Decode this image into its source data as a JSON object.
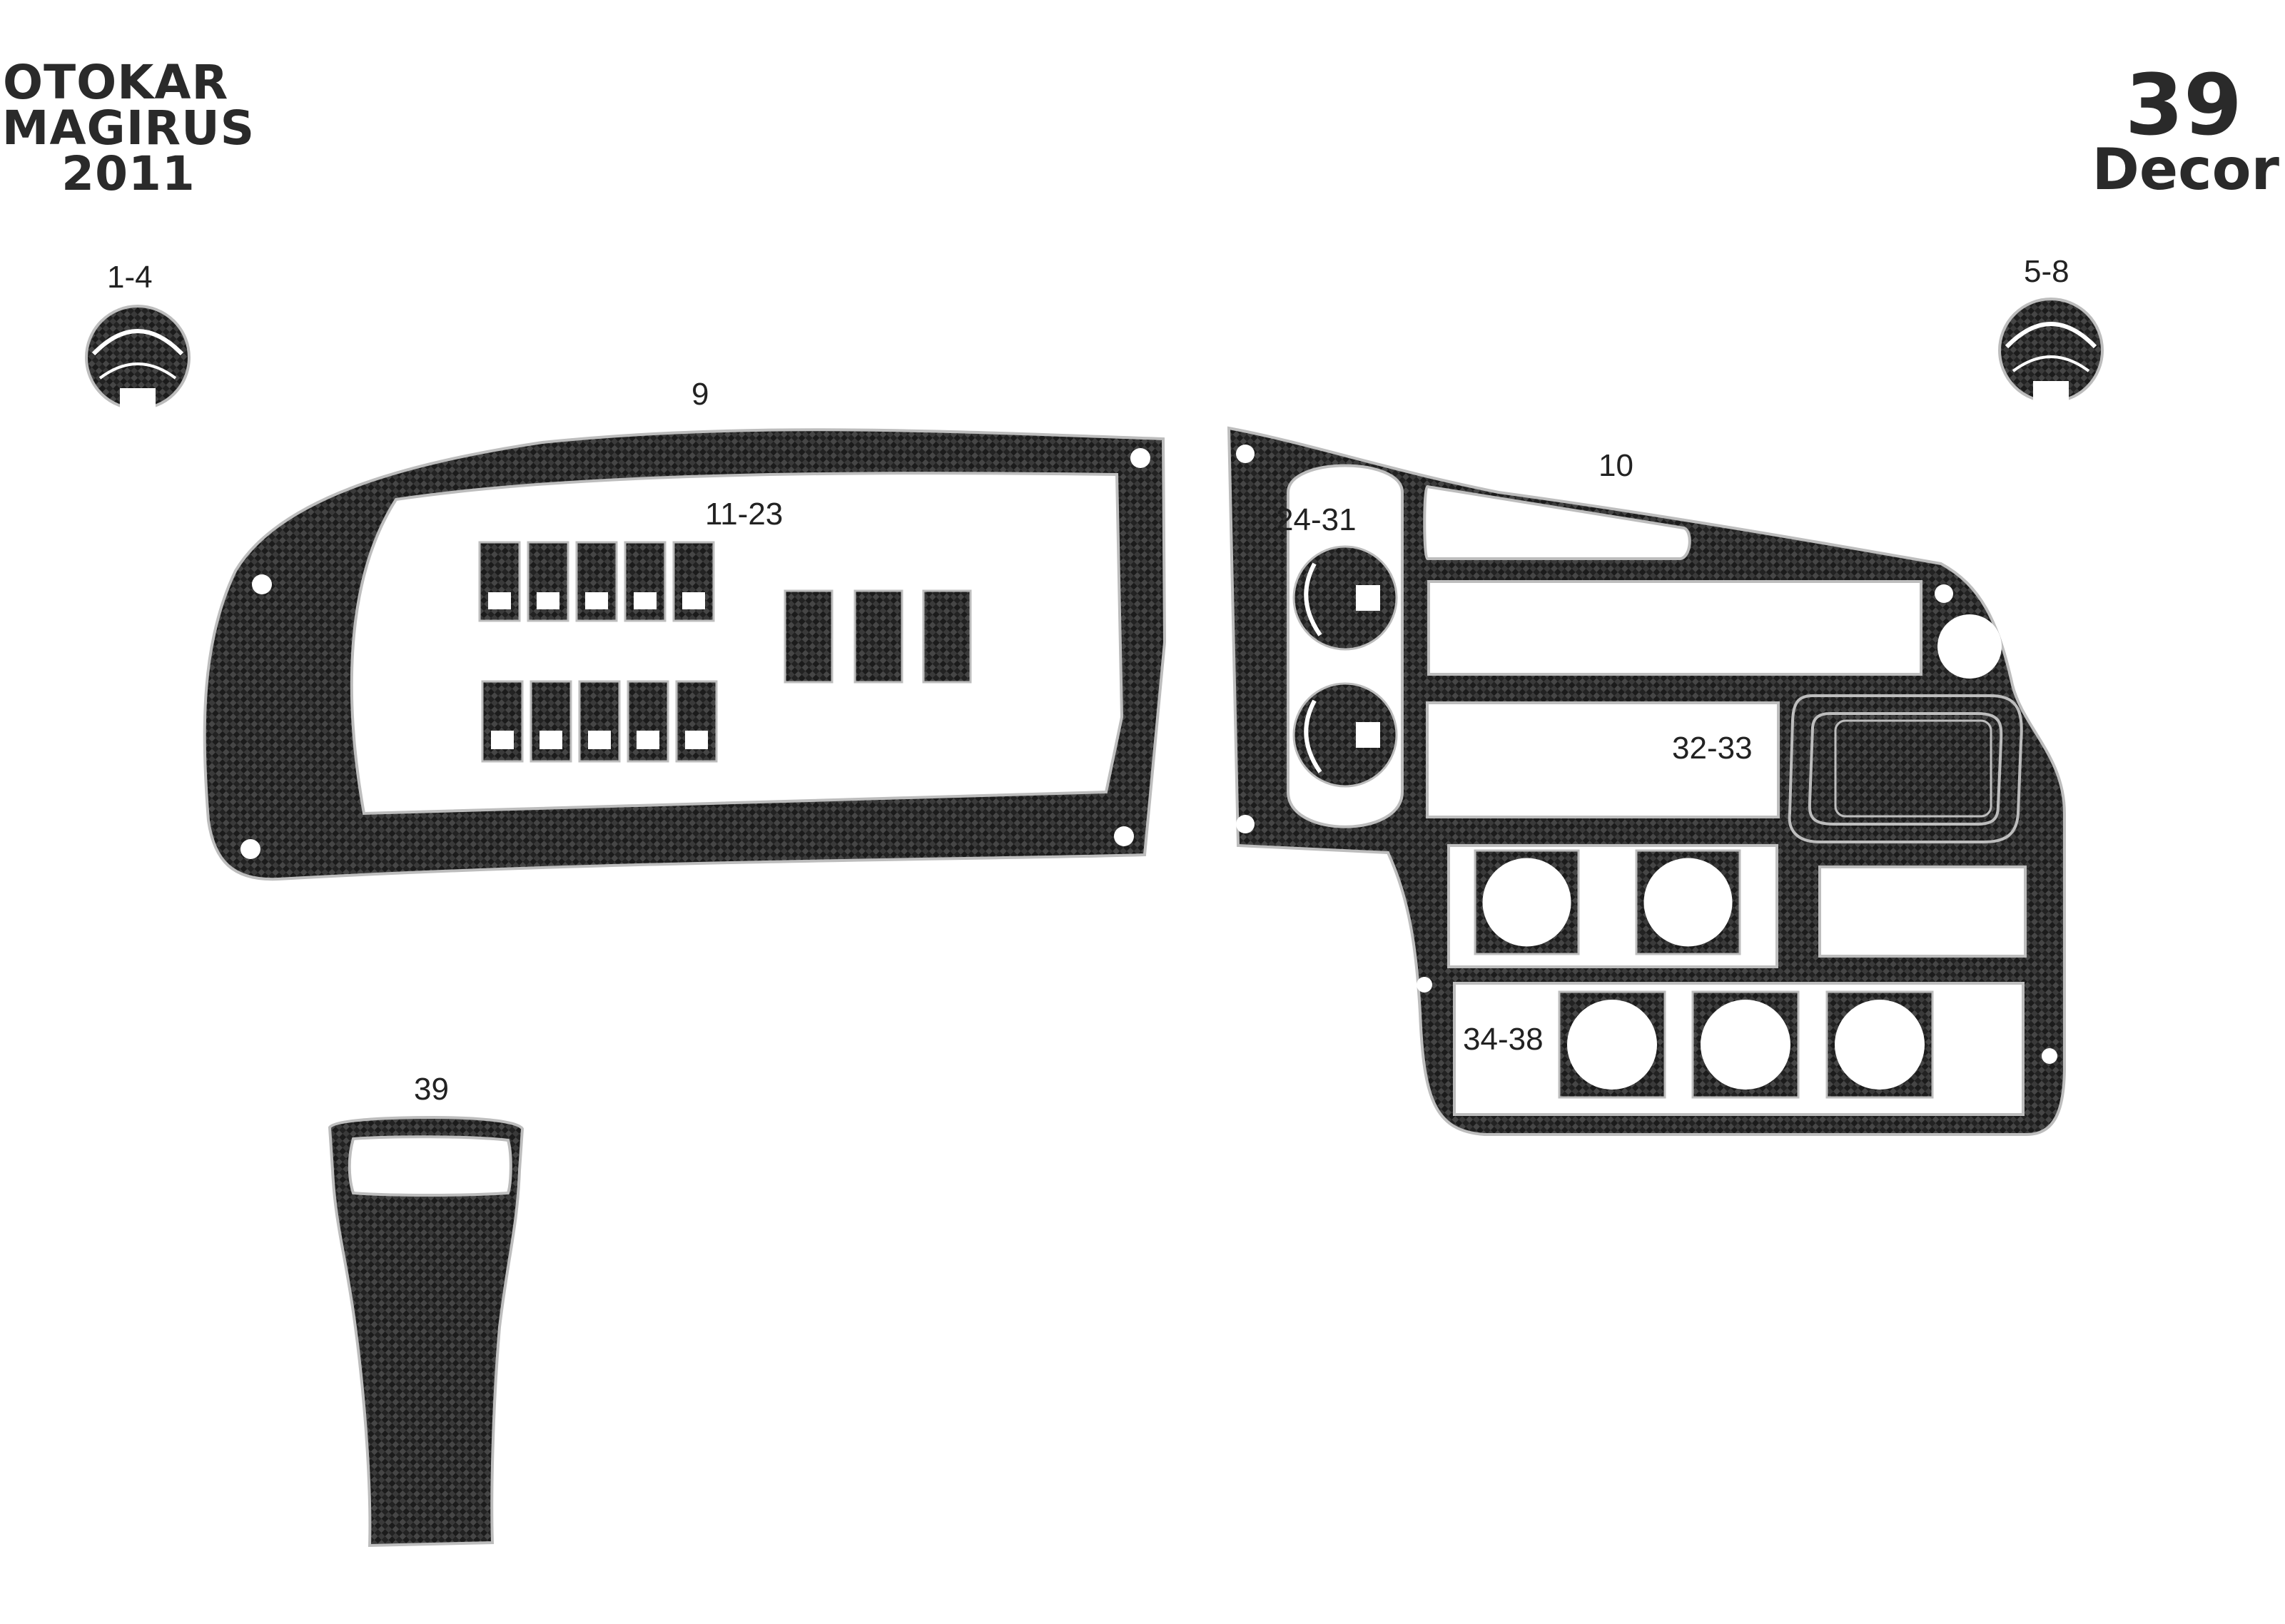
{
  "header": {
    "brand_line1": "OTOKAR",
    "brand_line2": "MAGIRUS",
    "year": "2011",
    "piece_count": "39",
    "piece_word": "Decor"
  },
  "labels": {
    "parts_1_4": "1-4",
    "parts_5_8": "5-8",
    "part_9": "9",
    "part_10": "10",
    "parts_11_23": "11-23",
    "parts_24_31": "24-31",
    "parts_32_33": "32-33",
    "parts_34_38": "34-38",
    "part_39": "39"
  },
  "colors": {
    "carbon_dark": "#1b1b1b",
    "carbon_light": "#4a4a4a",
    "outline": "#b9b9b9",
    "background": "#ffffff"
  }
}
